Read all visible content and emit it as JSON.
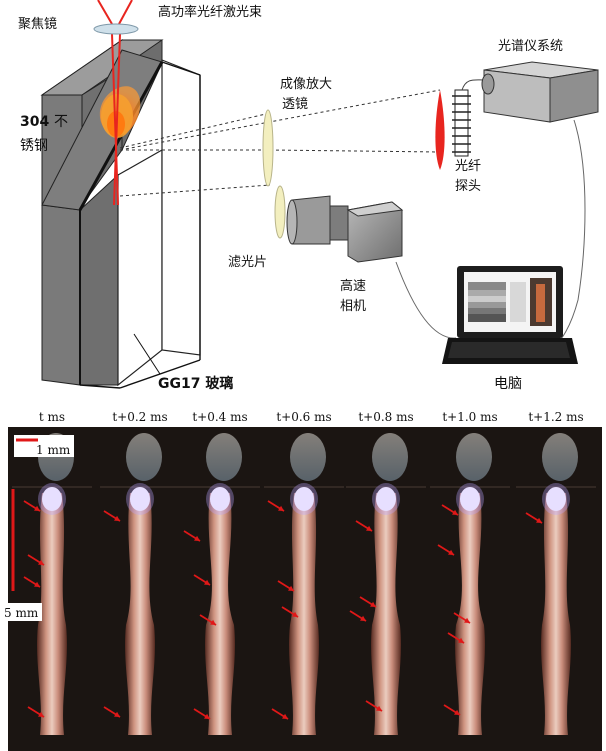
{
  "labels": {
    "focusing_lens": "聚焦镜",
    "laser_beam": "高功率光纤激光束",
    "steel_num": "304",
    "steel_line1": "不",
    "steel_line2": "锈钢",
    "imaging_lens_line1": "成像放大",
    "imaging_lens_line2": "透镜",
    "spectrometer": "光谱仪系统",
    "fiber_probe_line1": "光纤",
    "fiber_probe_line2": "探头",
    "filter": "滤光片",
    "camera_line1": "高速",
    "camera_line2": "相机",
    "glass": "GG17 玻璃",
    "computer": "电脑"
  },
  "timeline": [
    "t ms",
    "t+0.2 ms",
    "t+0.4 ms",
    "t+0.6 ms",
    "t+0.8 ms",
    "t+1.0 ms",
    "t+1.2 ms"
  ],
  "scale": {
    "small": "1 mm",
    "large": "5 mm"
  },
  "colors": {
    "laser": "#e8251f",
    "arrow": "#e01818",
    "block": "#7c7c7c",
    "lens": "#f3efbf",
    "photo_bg": "#1b1512"
  }
}
